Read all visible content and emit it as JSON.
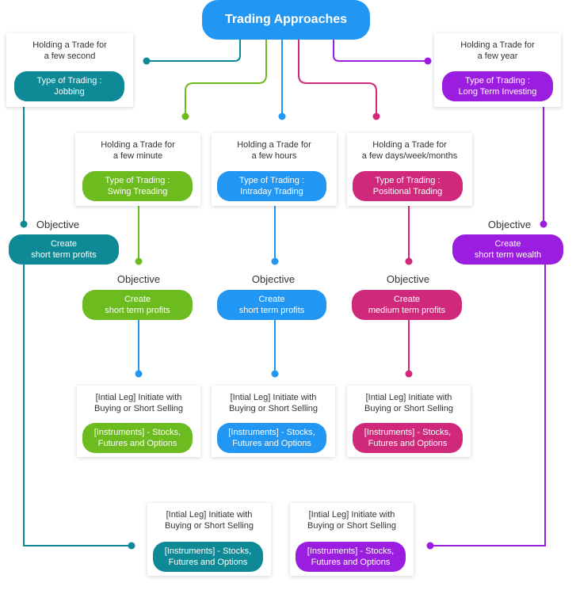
{
  "title": "Trading Approaches",
  "colors": {
    "teal": "#0e8a96",
    "green": "#6cbb1f",
    "blue": "#2196f3",
    "pink": "#d0287a",
    "purple": "#9b1de0"
  },
  "cards": {
    "seconds": {
      "caption": [
        "Holding a Trade for",
        "a few second"
      ],
      "type": [
        "Type of Trading :",
        "Jobbing"
      ]
    },
    "minute": {
      "caption": [
        "Holding a Trade for",
        "a few minute"
      ],
      "type": [
        "Type of Trading :",
        "Swing Treading"
      ]
    },
    "hours": {
      "caption": [
        "Holding a Trade for",
        "a few hours"
      ],
      "type": [
        "Type of Trading :",
        "Intraday Trading"
      ]
    },
    "days": {
      "caption": [
        "Holding a Trade for",
        "a few days/week/months"
      ],
      "type": [
        "Type of Trading :",
        "Positional Trading"
      ]
    },
    "year": {
      "caption": [
        "Holding a Trade for",
        "a few year"
      ],
      "type": [
        "Type of Trading :",
        "Long Term Investing"
      ]
    }
  },
  "objectives": {
    "label": "Objective",
    "teal": [
      "Create",
      "short term profits"
    ],
    "green": [
      "Create",
      "short term profits"
    ],
    "blue": [
      "Create",
      "short term profits"
    ],
    "pink": [
      "Create",
      "medium term profits"
    ],
    "purple": [
      "Create",
      "short term wealth"
    ]
  },
  "legs": {
    "caption": [
      "[Intial Leg] Initiate with",
      "Buying or Short Selling"
    ],
    "instruments": [
      "[Instruments] - Stocks,",
      "Futures and Options"
    ]
  }
}
